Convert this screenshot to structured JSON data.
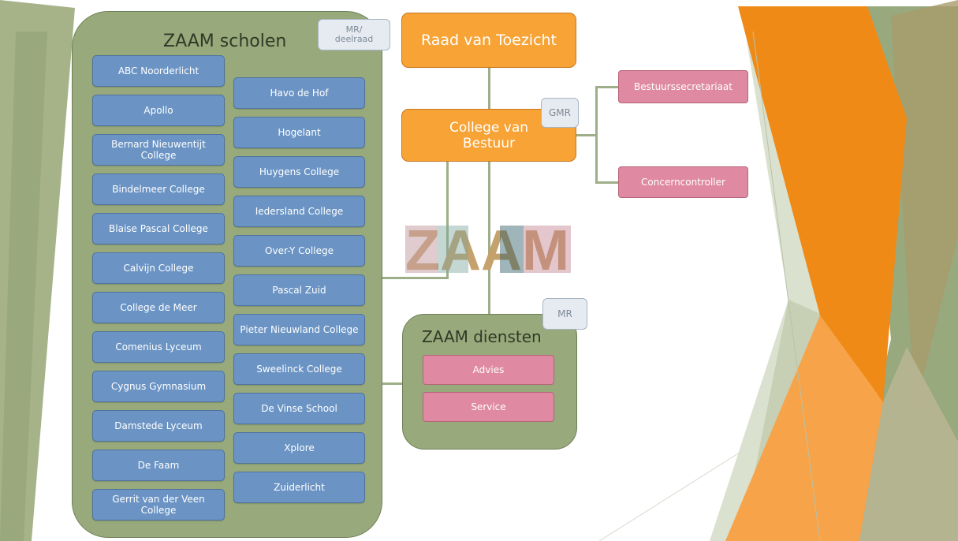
{
  "diagram": {
    "scholen_group": {
      "title": "ZAAM scholen",
      "council": "MR/ deelraad",
      "schools_left": [
        "ABC Noorderlicht",
        "Apollo",
        "Bernard Nieuwentijt College",
        "Bindelmeer College",
        "Blaise Pascal College",
        "Calvijn College",
        "College de Meer",
        "Comenius Lyceum",
        "Cygnus Gymnasium",
        "Damstede Lyceum",
        "De Faam",
        "Gerrit van der Veen College"
      ],
      "schools_right": [
        "Havo de Hof",
        "Hogelant",
        "Huygens College",
        "Iedersland College",
        "Over-Y College",
        "Pascal Zuid",
        "Pieter Nieuwland College",
        "Sweelinck College",
        "De Vinse School",
        "Xplore",
        "Zuiderlicht"
      ]
    },
    "raad_van_toezicht": "Raad van Toezicht",
    "college_van_bestuur": "College van Bestuur",
    "gmr": "GMR",
    "bestuurssecretariaat": "Bestuurssecretariaat",
    "concerncontroller": "Concerncontroller",
    "logo": "ZAAM",
    "diensten_group": {
      "title": "ZAAM diensten",
      "council": "MR",
      "items": [
        "Advies",
        "Service"
      ]
    }
  },
  "colors": {
    "group_fill": "#98a97c",
    "school_fill": "#6b94c4",
    "orange_fill": "#f7a335",
    "pink_fill": "#df8aa2",
    "council_fill": "#e5ebf0",
    "logo_colors": [
      "#c7a0a6",
      "#7fa79e",
      "#c5a16c",
      "#c26f62",
      "#2a5a63",
      "#c48190"
    ]
  }
}
